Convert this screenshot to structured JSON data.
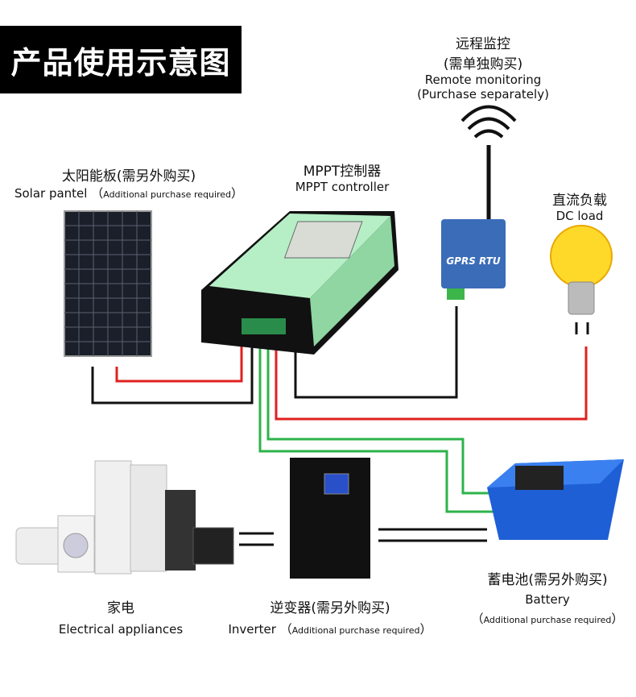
{
  "title": "产品使用示意图",
  "remote": {
    "zh": "远程监控",
    "zh_note": "(需单独购买)",
    "en": "Remote monitoring",
    "en_note": "(Purchase separately)",
    "device_label": "GPRS RTU"
  },
  "solar": {
    "zh": "太阳能板(需另外购买)",
    "en": "Solar pantel",
    "note": "Additional purchase required"
  },
  "controller": {
    "zh": "MPPT控制器",
    "en": "MPPT controller"
  },
  "load": {
    "zh": "直流负载",
    "en": "DC load"
  },
  "appliances": {
    "zh": "家电",
    "en": "Electrical appliances"
  },
  "inverter": {
    "zh": "逆变器(需另外购买)",
    "en": "Inverter",
    "note": "Additional purchase required"
  },
  "battery": {
    "zh": "蓄电池(需另外购买)",
    "en": "Battery",
    "note": "Additional purchase required"
  },
  "colors": {
    "wire_red": "#e02020",
    "wire_black": "#111111",
    "wire_green": "#2db34a",
    "controller_green": "#a8e6b8",
    "battery_blue": "#1f5fd6"
  }
}
